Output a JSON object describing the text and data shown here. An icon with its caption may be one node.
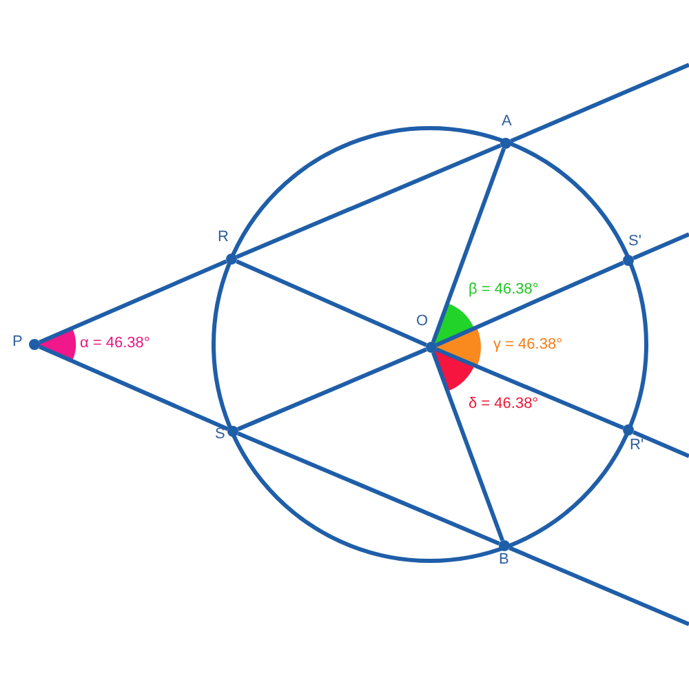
{
  "diagram": {
    "nodes": [
      {
        "text": [
          "A"
        ]
      },
      {
        "text": [
          "R"
        ]
      },
      {
        "text": [
          "S'"
        ]
      },
      {
        "text": [
          "P"
        ]
      },
      {
        "text": [
          "O"
        ]
      },
      {
        "text": [
          "S"
        ]
      },
      {
        "text": [
          "R'"
        ]
      },
      {
        "text": [
          "B"
        ]
      }
    ],
    "edges": [
      {
        "from": 3,
        "to": 1,
        "arrow": "none"
      },
      {
        "from": 1,
        "to": 0,
        "arrow": "none"
      },
      {
        "from": 0,
        "to": null,
        "arrow": "none"
      },
      {
        "from": 3,
        "to": 5,
        "arrow": "none"
      },
      {
        "from": 5,
        "to": 7,
        "arrow": "none"
      },
      {
        "from": 7,
        "to": null,
        "arrow": "none"
      },
      {
        "from": 1,
        "to": 4,
        "arrow": "none"
      },
      {
        "from": 4,
        "to": 6,
        "arrow": "none"
      },
      {
        "from": 6,
        "to": null,
        "arrow": "none"
      },
      {
        "from": 5,
        "to": 4,
        "arrow": "none"
      },
      {
        "from": 4,
        "to": 2,
        "arrow": "none"
      },
      {
        "from": 2,
        "to": null,
        "arrow": "none"
      },
      {
        "from": 4,
        "to": 0,
        "arrow": "none"
      },
      {
        "from": 4,
        "to": 7,
        "arrow": "none"
      }
    ],
    "labels": [
      "α = 46.38°",
      "β = 46.38°",
      "γ = 46.38°",
      "δ = 46.38°"
    ]
  }
}
